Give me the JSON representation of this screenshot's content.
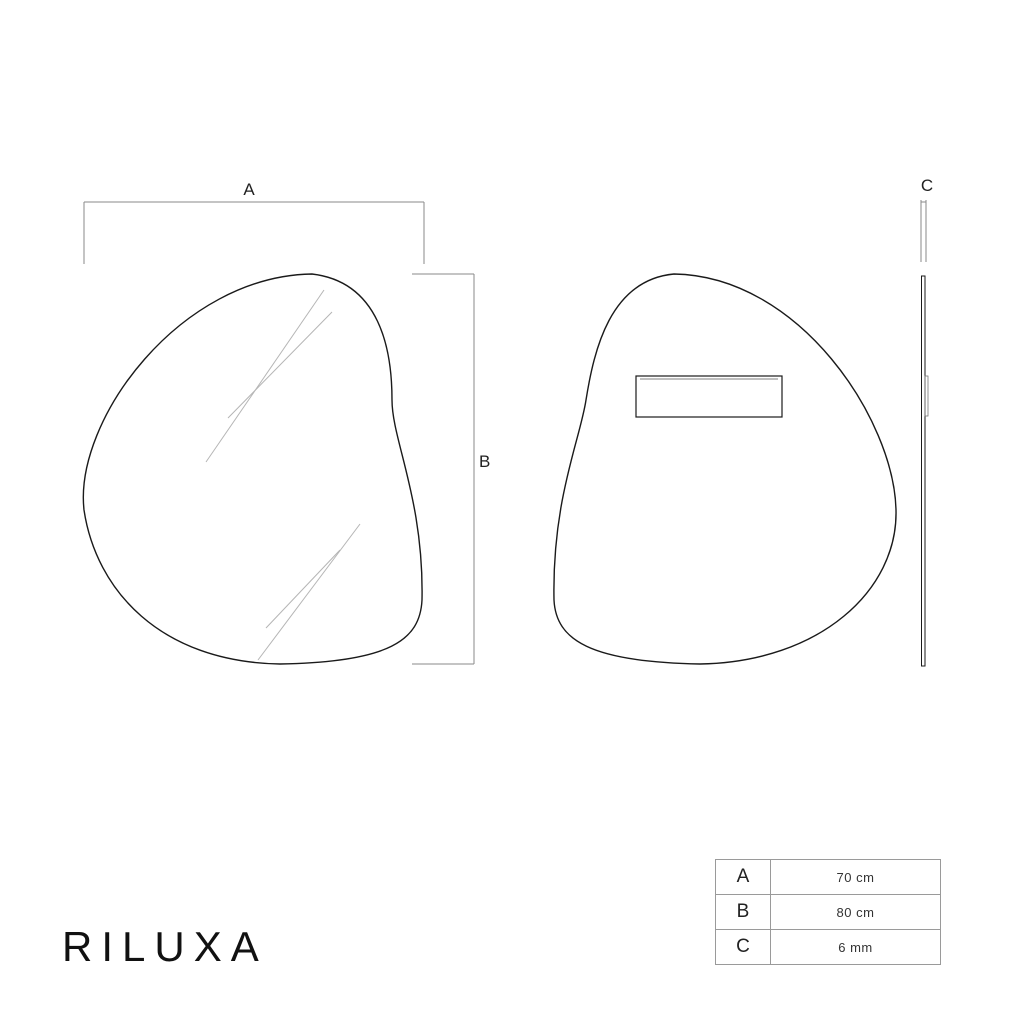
{
  "dimension_labels": {
    "a": "A",
    "b": "B",
    "c": "C"
  },
  "brand": {
    "name": "RILUXA"
  },
  "dimensions_table": {
    "rows": [
      {
        "key": "A",
        "value": "70 cm"
      },
      {
        "key": "B",
        "value": "80 cm"
      },
      {
        "key": "C",
        "value": "6 mm"
      }
    ]
  },
  "colors": {
    "line": "#1a1a1a",
    "dimension_line": "#8a8a8a",
    "table_border": "#9a9a9a"
  }
}
